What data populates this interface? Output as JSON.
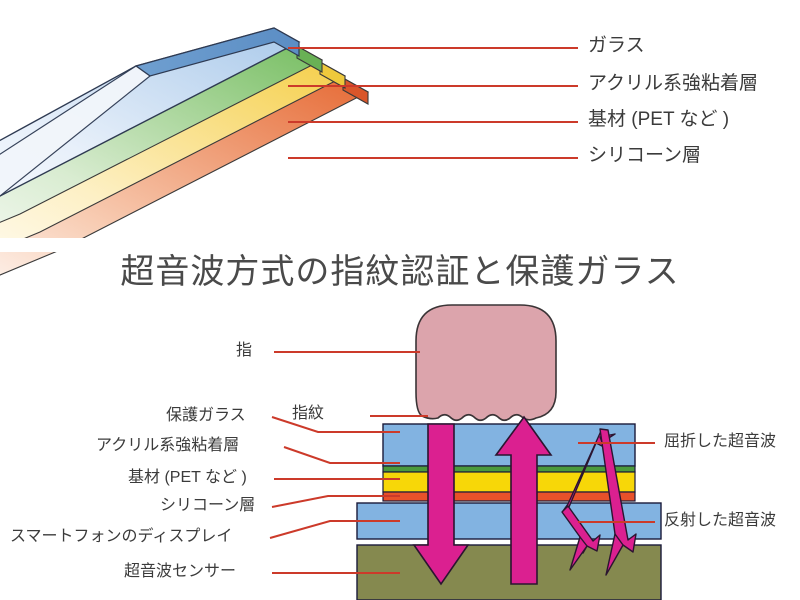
{
  "figure": {
    "title": "超音波方式の指紋認証と保護ガラス",
    "background_color": "#ffffff"
  },
  "top_panel": {
    "name": "保護ガラス積層構造 斜視図",
    "labels": [
      {
        "id": "glass",
        "text": "ガラス",
        "color": "#8fb8e0"
      },
      {
        "id": "adhesive",
        "text": "アクリル系強粘着層",
        "color": "#8dc77f"
      },
      {
        "id": "substrate",
        "text": "基材 (PET など )",
        "color": "#f5d76e"
      },
      {
        "id": "silicone",
        "text": "シリコーン層",
        "color": "#e8794a"
      }
    ],
    "leader_color": "#cc3a2a"
  },
  "bottom_panel": {
    "left_labels": [
      {
        "id": "protective-glass",
        "text": "保護ガラス"
      },
      {
        "id": "acrylic-adhesive",
        "text": "アクリル系強粘着層"
      },
      {
        "id": "substrate-pet",
        "text": "基材 (PET など )"
      },
      {
        "id": "silicone-layer",
        "text": "シリコーン層"
      },
      {
        "id": "smartphone-display",
        "text": "スマートフォンのディスプレイ"
      },
      {
        "id": "ultrasonic-sensor",
        "text": "超音波センサー"
      }
    ],
    "top_labels": [
      {
        "id": "finger",
        "text": "指"
      },
      {
        "id": "fingerprint",
        "text": "指紋"
      }
    ],
    "right_labels": [
      {
        "id": "refracted-wave",
        "text": "屈折した超音波"
      },
      {
        "id": "reflected-wave",
        "text": "反射した超音波"
      }
    ],
    "colors": {
      "glass": "#82b3e1",
      "adhesive": "#4b9a3c",
      "substrate": "#f7d708",
      "silicone": "#e8512a",
      "display": "#82b3e1",
      "sensor": "#85894f",
      "finger": "#dca4ac",
      "wave_arrow": "#db2090",
      "leader": "#cc3a2a",
      "outline": "#1a1a3a"
    }
  }
}
